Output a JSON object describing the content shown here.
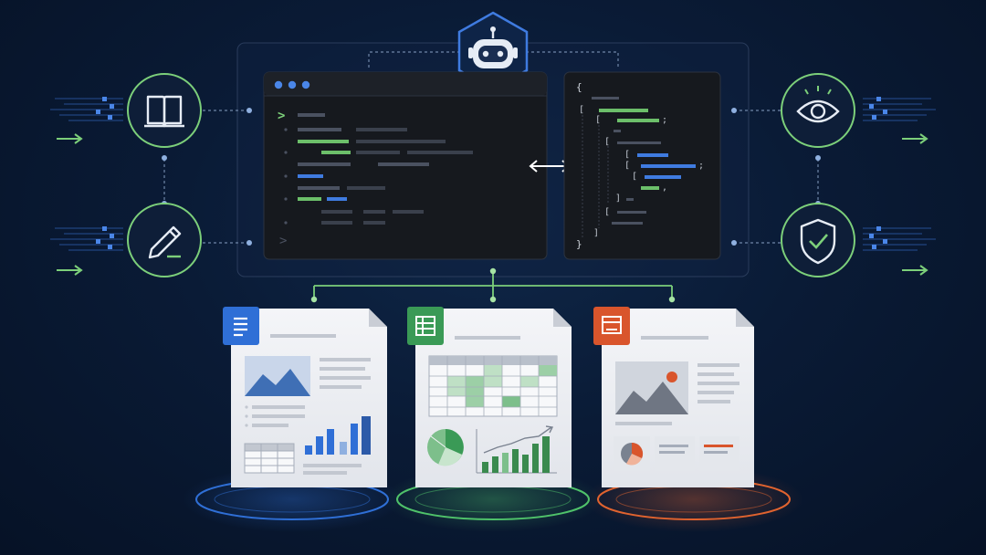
{
  "diagram": {
    "hub": {
      "icon": "robot-icon"
    },
    "left_nodes": [
      {
        "icon": "book-icon"
      },
      {
        "icon": "pencil-icon"
      }
    ],
    "right_nodes": [
      {
        "icon": "eye-icon"
      },
      {
        "icon": "shield-check-icon"
      }
    ],
    "editor": {
      "icon": "terminal-window",
      "prompt_glyphs": [
        ">",
        ">"
      ]
    },
    "json_panel": {
      "icon": "json-tree",
      "open_brace": "{",
      "close_brace": "}"
    },
    "sync_arrow": {
      "icon": "double-arrow-icon"
    },
    "documents": [
      {
        "type": "document",
        "icon": "doc-lines-icon",
        "accent": "#2f6fd6"
      },
      {
        "type": "spreadsheet",
        "icon": "grid-icon",
        "accent": "#3a9a56"
      },
      {
        "type": "presentation",
        "icon": "slides-icon",
        "accent": "#d9552c"
      }
    ],
    "colors": {
      "green": "#7ccf7a",
      "blue": "#3f7be0",
      "panel": "#15191f",
      "paper": "#eef0f4"
    }
  }
}
